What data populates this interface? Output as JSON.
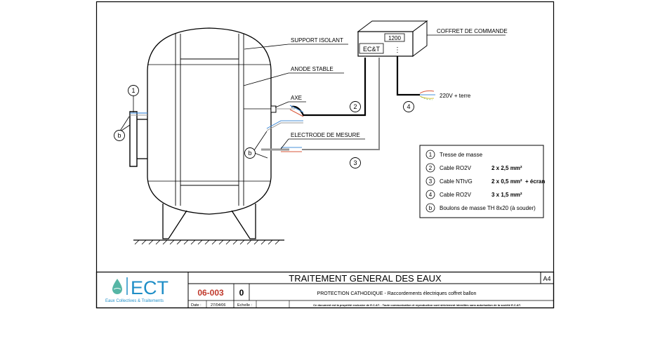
{
  "controller": {
    "name_label": "EC&T",
    "display_value": "1200",
    "indicator": "⋮",
    "title": "COFFRET DE COMMANDE"
  },
  "labels": {
    "support": "SUPPORT ISOLANT",
    "anode": "ANODE STABLE",
    "axe": "AXE",
    "electrode": "ELECTRODE DE MESURE",
    "power": "220V + terre"
  },
  "callouts": {
    "c1": "1",
    "c2": "2",
    "c3": "3",
    "c4": "4",
    "b_left": "b",
    "b_tank": "b"
  },
  "legend": [
    {
      "key": "1",
      "desc": "Tresse de masse",
      "spec": ""
    },
    {
      "key": "2",
      "desc": "Cable RO2V",
      "spec": "2 x 2,5 mm²"
    },
    {
      "key": "3",
      "desc": "Cable NTh/G",
      "spec": "2 x 0,5 mm²  + écran"
    },
    {
      "key": "4",
      "desc": "Cable RO2V",
      "spec": "3 x 1,5 mm²"
    },
    {
      "key": "b",
      "desc": "Boulons de masse TH 8x20 (à souder)",
      "spec": ""
    }
  ],
  "title_block": {
    "logo_text": "ECT",
    "logo_sub": "Eaux Collectives & Traitements",
    "main_title": "TRAITEMENT GENERAL DES EAUX",
    "format": "A4",
    "drawing_number": "06-003",
    "revision": "0",
    "subtitle": "PROTECTION CATHODIQUE - Raccordements électriques coffret ballon",
    "date_label": "Date :",
    "date_value": "27/04/06",
    "scale_label": "Echelle :",
    "notice": "Ce document est la propriété exclusive de E.C.&T. - Toute communication et reproduction sont strictement interdites sans autorisation de la société E.C.&T."
  },
  "colors": {
    "line": "#000000",
    "drawing_number": "#c0392b",
    "logo_blue": "#1f8ec7",
    "logo_teal": "#56b6a5",
    "wire_red": "#d9573a",
    "wire_blue": "#4a90d9",
    "wire_gray": "#9a9a9a",
    "wire_yellow": "#d8c53a",
    "wire_green": "#5aa84a"
  }
}
